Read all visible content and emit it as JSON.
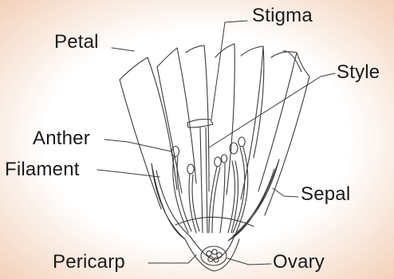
{
  "diagram": {
    "colors": {
      "background_edge": "#f6dcc8",
      "background_center": "#ffffff",
      "line": "#3a3a3a",
      "text": "#1a1a1a"
    },
    "labels": {
      "stigma": "Stigma",
      "petal": "Petal",
      "style": "Style",
      "anther": "Anther",
      "filament": "Filament",
      "sepal": "Sepal",
      "pericarp": "Pericarp",
      "ovary": "Ovary"
    }
  }
}
